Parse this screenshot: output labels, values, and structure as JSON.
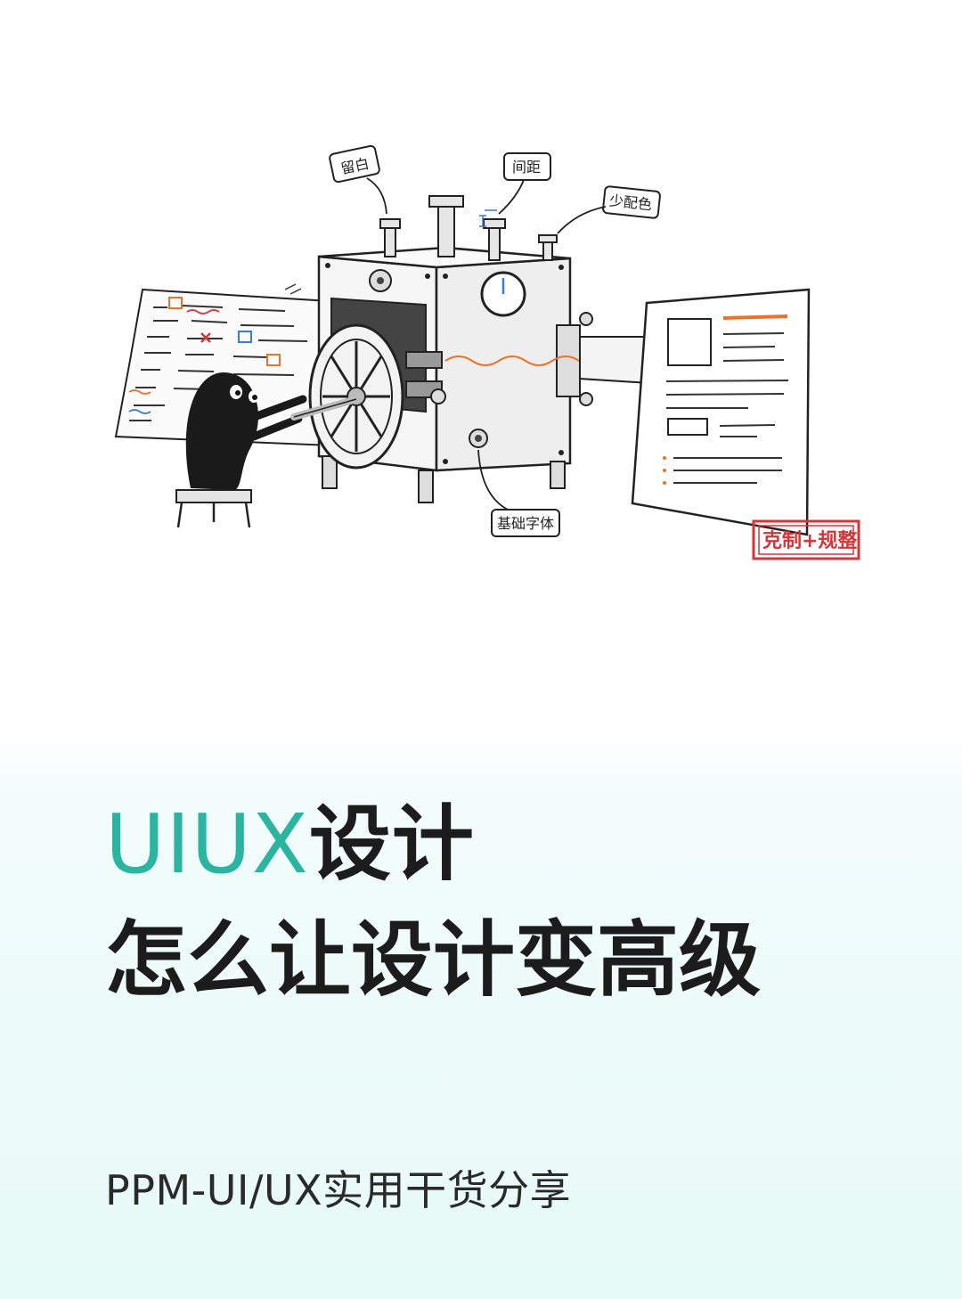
{
  "illustration": {
    "labels": {
      "whitespace": "留白",
      "spacing": "间距",
      "fewer_colors": "少配色",
      "base_font": "基础字体"
    },
    "stamp": "克制+规整",
    "colors": {
      "accent": "#2bb5a0",
      "orange": "#e8742c",
      "stamp_red": "#d2363a",
      "ink": "#1a1a1a"
    }
  },
  "title": {
    "accent": "UIUX",
    "rest": "设计",
    "line2": "怎么让设计变高级"
  },
  "subtitle": "PPM-UI/UX实用干货分享"
}
